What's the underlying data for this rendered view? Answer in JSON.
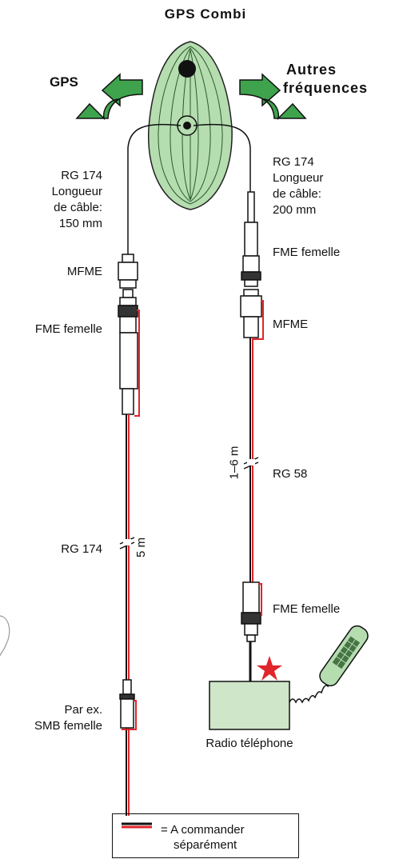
{
  "title": "GPS Combi",
  "gps_label": "GPS",
  "other_label_line1": "Autres",
  "other_label_line2": "fréquences",
  "left_cable": {
    "line1": "RG 174",
    "line2": "Longueur",
    "line3": "de câble:",
    "line4": "150 mm",
    "connector1": "MFME",
    "connector2": "FME femelle",
    "long_cable": "RG 174",
    "length": "5 m",
    "end1": "Par ex.",
    "end2": "SMB femelle"
  },
  "right_cable": {
    "line1": "RG 174",
    "line2": "Longueur",
    "line3": "de câble:",
    "line4": "200 mm",
    "connector1": "FME femelle",
    "connector2": "MFME",
    "long_cable": "RG 58",
    "length": "1–6 m",
    "connector3": "FME femelle",
    "device": "Radio téléphone"
  },
  "legend": {
    "line1": "= A commander",
    "line2": "séparément"
  },
  "colors": {
    "antenna_fill": "#b5ddb0",
    "arrow_green": "#3fa34d",
    "cable_red": "#e0252b",
    "device_fill": "#cfe6c8",
    "star_red": "#e0252b"
  }
}
